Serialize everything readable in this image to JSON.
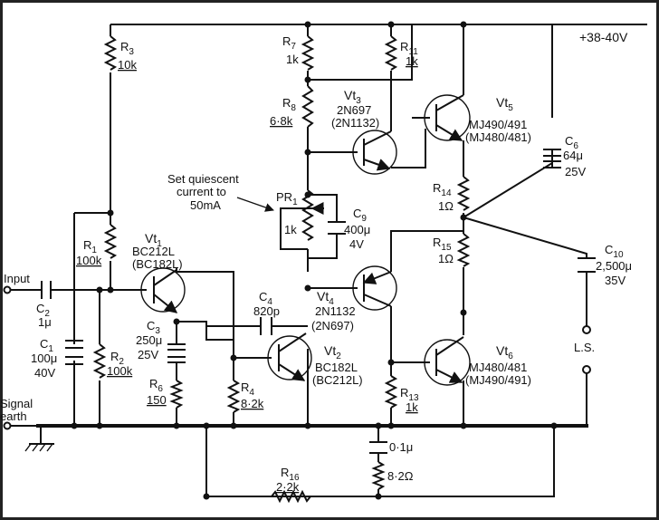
{
  "supply": "+38-40V",
  "input_label": "Input",
  "earth_label": [
    "Signal",
    "earth"
  ],
  "ls_label": "L.S.",
  "annotation": [
    "Set quiescent",
    "current to",
    "50mA"
  ],
  "components": {
    "R3": {
      "name": "R",
      "sub": "3",
      "value": "10k"
    },
    "R1": {
      "name": "R",
      "sub": "1",
      "value": "100k"
    },
    "R2": {
      "name": "R",
      "sub": "2",
      "value": "100k"
    },
    "R4": {
      "name": "R",
      "sub": "4",
      "value": "8·2k"
    },
    "R6": {
      "name": "R",
      "sub": "6",
      "value": "150"
    },
    "R7": {
      "name": "R",
      "sub": "7",
      "value": "1k"
    },
    "R8": {
      "name": "R",
      "sub": "8",
      "value": "6·8k"
    },
    "R11": {
      "name": "R",
      "sub": "11",
      "value": "1k"
    },
    "R13": {
      "name": "R",
      "sub": "13",
      "value": "1k"
    },
    "R14": {
      "name": "R",
      "sub": "14",
      "value": "1Ω"
    },
    "R15": {
      "name": "R",
      "sub": "15",
      "value": "1Ω"
    },
    "R16": {
      "name": "R",
      "sub": "16",
      "value": "2·2k"
    },
    "PR1": {
      "name": "PR",
      "sub": "1",
      "value": "1k"
    },
    "C1": {
      "name": "C",
      "sub": "1",
      "value": [
        "100μ",
        "40V"
      ]
    },
    "C2": {
      "name": "C",
      "sub": "2",
      "value": "1μ"
    },
    "C3": {
      "name": "C",
      "sub": "3",
      "value": [
        "250μ",
        "25V"
      ]
    },
    "C4": {
      "name": "C",
      "sub": "4",
      "value": "820p"
    },
    "C6": {
      "name": "C",
      "sub": "6",
      "value": [
        "64μ",
        "25V"
      ]
    },
    "C9": {
      "name": "C",
      "sub": "9",
      "value": [
        "400μ",
        "4V"
      ]
    },
    "C10": {
      "name": "C",
      "sub": "10",
      "value": [
        "2,500μ",
        "35V"
      ]
    },
    "Czobel": {
      "value": "0·1μ"
    },
    "Rzobel": {
      "value": "8·2Ω"
    }
  },
  "transistors": {
    "Vt1": {
      "name": "Vt",
      "sub": "1",
      "types": [
        "BC212L",
        "(BC182L)"
      ]
    },
    "Vt2": {
      "name": "Vt",
      "sub": "2",
      "types": [
        "BC182L",
        "(BC212L)"
      ]
    },
    "Vt3": {
      "name": "Vt",
      "sub": "3",
      "types": [
        "2N697",
        "(2N1132)"
      ]
    },
    "Vt4": {
      "name": "Vt",
      "sub": "4",
      "types": [
        "2N1132",
        "(2N697)"
      ]
    },
    "Vt5": {
      "name": "Vt",
      "sub": "5",
      "types": [
        "MJ490/491",
        "(MJ480/481)"
      ]
    },
    "Vt6": {
      "name": "Vt",
      "sub": "6",
      "types": [
        "MJ480/481",
        "(MJ490/491)"
      ]
    }
  }
}
